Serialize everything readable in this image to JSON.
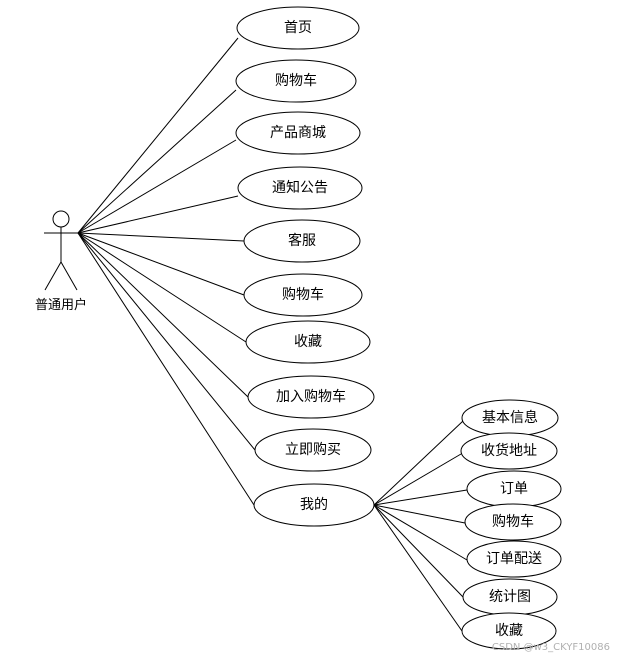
{
  "diagram": {
    "actor": {
      "label": "普通用户"
    },
    "use_cases": [
      {
        "id": "home",
        "label": "首页"
      },
      {
        "id": "cart1",
        "label": "购物车"
      },
      {
        "id": "mall",
        "label": "产品商城"
      },
      {
        "id": "notice",
        "label": "通知公告"
      },
      {
        "id": "service",
        "label": "客服"
      },
      {
        "id": "cart2",
        "label": "购物车"
      },
      {
        "id": "fav",
        "label": "收藏"
      },
      {
        "id": "addcart",
        "label": "加入购物车"
      },
      {
        "id": "buy",
        "label": "立即购买"
      },
      {
        "id": "mine",
        "label": "我的"
      }
    ],
    "sub_use_cases": [
      {
        "id": "info",
        "label": "基本信息"
      },
      {
        "id": "address",
        "label": "收货地址"
      },
      {
        "id": "order",
        "label": "订单"
      },
      {
        "id": "cart3",
        "label": "购物车"
      },
      {
        "id": "delivery",
        "label": "订单配送"
      },
      {
        "id": "stats",
        "label": "统计图"
      },
      {
        "id": "fav2",
        "label": "收藏"
      }
    ]
  },
  "watermark": "CSDN @w3_CKYF10086"
}
